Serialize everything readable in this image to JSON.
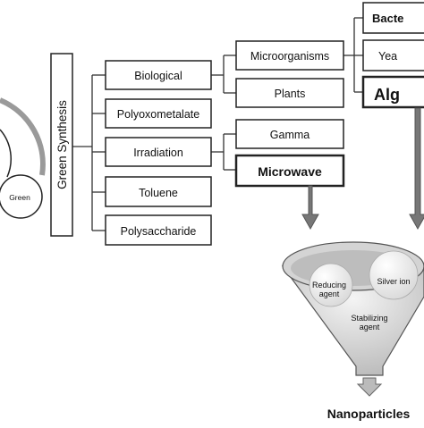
{
  "left_circle": {
    "label": "Green"
  },
  "root": {
    "label": "Green Synthesis"
  },
  "methods": [
    "Biological",
    "Polyoxometalate",
    "Irradiation",
    "Toluene",
    "Polysaccharide"
  ],
  "biological_sources": [
    "Microorganisms",
    "Plants"
  ],
  "irradiation_types": [
    "Gamma",
    "Microwave"
  ],
  "microorganism_types": [
    "Bacte",
    "Yea",
    "Alg"
  ],
  "funnel": {
    "reducing_agent": "Reducing agent",
    "silver_ion": "Silver ion",
    "stabilizing_agent": "Stabilizing agent"
  },
  "output": {
    "label": "Nanoparticles"
  },
  "colors": {
    "box_stroke": "#222222",
    "line": "#333333",
    "arrow_fill": "#777777",
    "funnel_fill": "#e2e2e2",
    "arc": "#9a9a9a"
  }
}
